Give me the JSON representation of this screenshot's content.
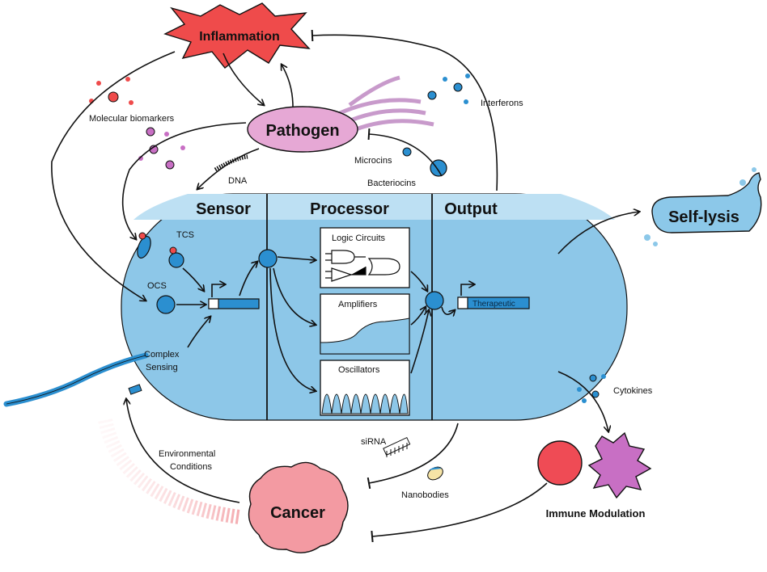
{
  "cell": {
    "sensor": "Sensor",
    "processor": "Processor",
    "output": "Output"
  },
  "labels": {
    "inflammation": "Inflammation",
    "pathogen": "Pathogen",
    "self_lysis": "Self-lysis",
    "cancer": "Cancer",
    "molecular_biomarkers": "Molecular biomarkers",
    "interferons": "Interferons",
    "microcins": "Microcins",
    "bacteriocins": "Bacteriocins",
    "dna": "DNA",
    "tcs": "TCS",
    "ocs": "OCS",
    "complex_sensing_1": "Complex",
    "complex_sensing_2": "Sensing",
    "logic_circuits": "Logic Circuits",
    "amplifiers": "Amplifiers",
    "oscillators": "Oscillators",
    "therapeutic": "Therapeutic",
    "cytokines": "Cytokines",
    "immune_modulation": "Immune Modulation",
    "sirna": "siRNA",
    "nanobodies": "Nanobodies",
    "environmental_1": "Environmental",
    "environmental_2": "Conditions"
  },
  "colors": {
    "cell_body": "#8dc7e8",
    "cell_header": "#bde0f3",
    "node_blue": "#2b8fd0",
    "inflammation_red": "#ef4b4b",
    "pathogen_pink": "#e6a8d5",
    "cancer_pink": "#f39aa2",
    "immune_purple": "#c86fc4",
    "self_lysis_blue": "#8cc8e9"
  }
}
